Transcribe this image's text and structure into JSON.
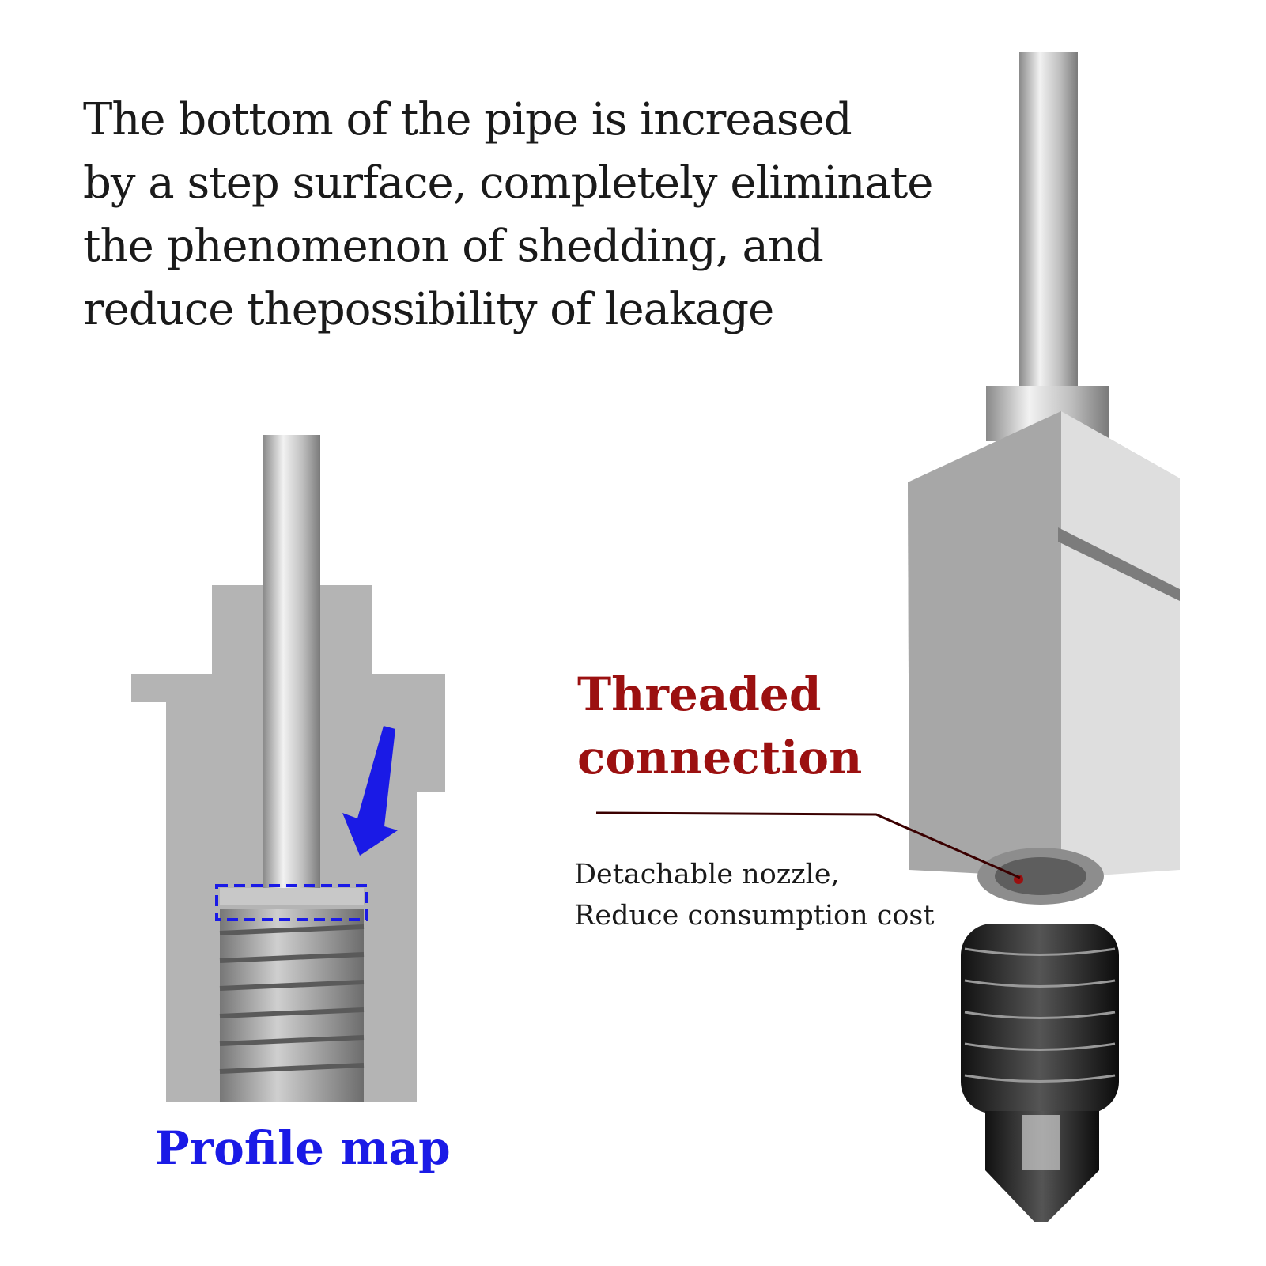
{
  "headline": {
    "lines": [
      "The bottom of the pipe is increased",
      "by a step surface, completely eliminate",
      "the phenomenon of shedding, and",
      "reduce thepossibility of leakage"
    ]
  },
  "callout": {
    "title_lines": [
      "Threaded",
      "connection"
    ],
    "note_lines": [
      "Detachable nozzle,",
      "Reduce consumption cost"
    ]
  },
  "profile_label": "Profile map",
  "colors": {
    "title_red": "#9b1010",
    "profile_blue": "#1a1ae6",
    "body_grey": "#b5b5b5"
  }
}
